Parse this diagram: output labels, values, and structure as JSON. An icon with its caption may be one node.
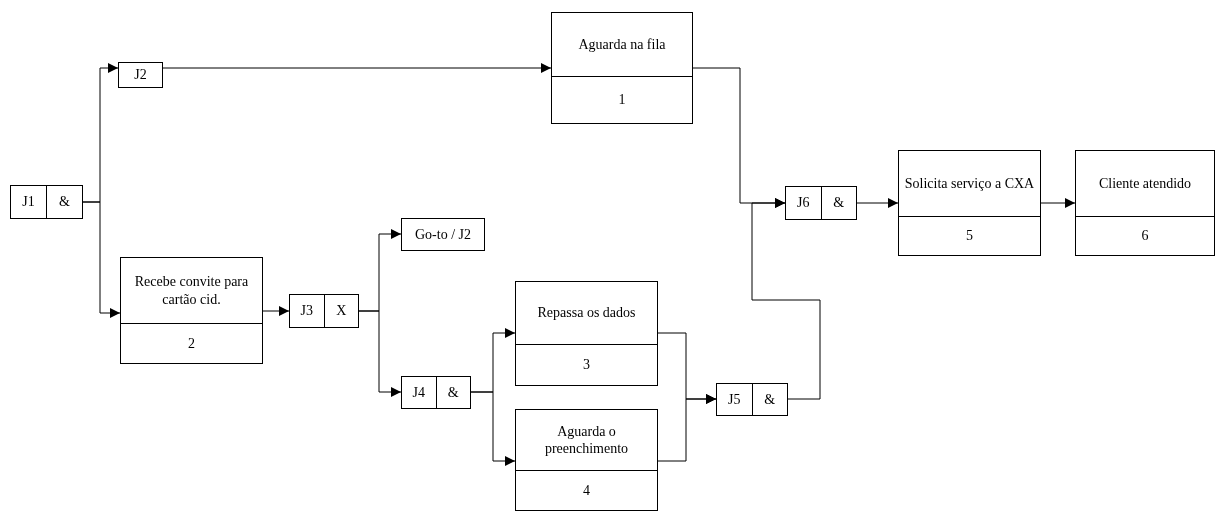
{
  "diagram": {
    "nodes": [
      {
        "text": [
          "Aguarda na fila",
          "1"
        ]
      },
      {
        "text": [
          "J2"
        ]
      },
      {
        "text": [
          "J1",
          "&"
        ]
      },
      {
        "text": [
          "Recebe convite para cartão cid.",
          "2"
        ]
      },
      {
        "text": [
          "J3",
          "X"
        ]
      },
      {
        "text": [
          "Go-to / J2"
        ]
      },
      {
        "text": [
          "J4",
          "&"
        ]
      },
      {
        "text": [
          "Repassa os dados",
          "3"
        ]
      },
      {
        "text": [
          "Aguarda o preenchimento",
          "4"
        ]
      },
      {
        "text": [
          "J5",
          "&"
        ]
      },
      {
        "text": [
          "J6",
          "&"
        ]
      },
      {
        "text": [
          "Solicita serviço a CXA",
          "5"
        ]
      },
      {
        "text": [
          "Cliente atendido",
          "6"
        ]
      }
    ],
    "edges": [
      {
        "from": 2,
        "to": 1,
        "arrow": "to"
      },
      {
        "from": 2,
        "to": 3,
        "arrow": "to"
      },
      {
        "from": 1,
        "to": 0,
        "arrow": "to"
      },
      {
        "from": 0,
        "to": 10,
        "arrow": "to"
      },
      {
        "from": 3,
        "to": 4,
        "arrow": "to"
      },
      {
        "from": 4,
        "to": 5,
        "arrow": "to"
      },
      {
        "from": 4,
        "to": 6,
        "arrow": "to"
      },
      {
        "from": 6,
        "to": 7,
        "arrow": "to"
      },
      {
        "from": 6,
        "to": 8,
        "arrow": "to"
      },
      {
        "from": 7,
        "to": 9,
        "arrow": "to"
      },
      {
        "from": 8,
        "to": 9,
        "arrow": "to"
      },
      {
        "from": 9,
        "to": 10,
        "arrow": "to"
      },
      {
        "from": 10,
        "to": 11,
        "arrow": "to"
      },
      {
        "from": 11,
        "to": 12,
        "arrow": "to"
      }
    ]
  }
}
